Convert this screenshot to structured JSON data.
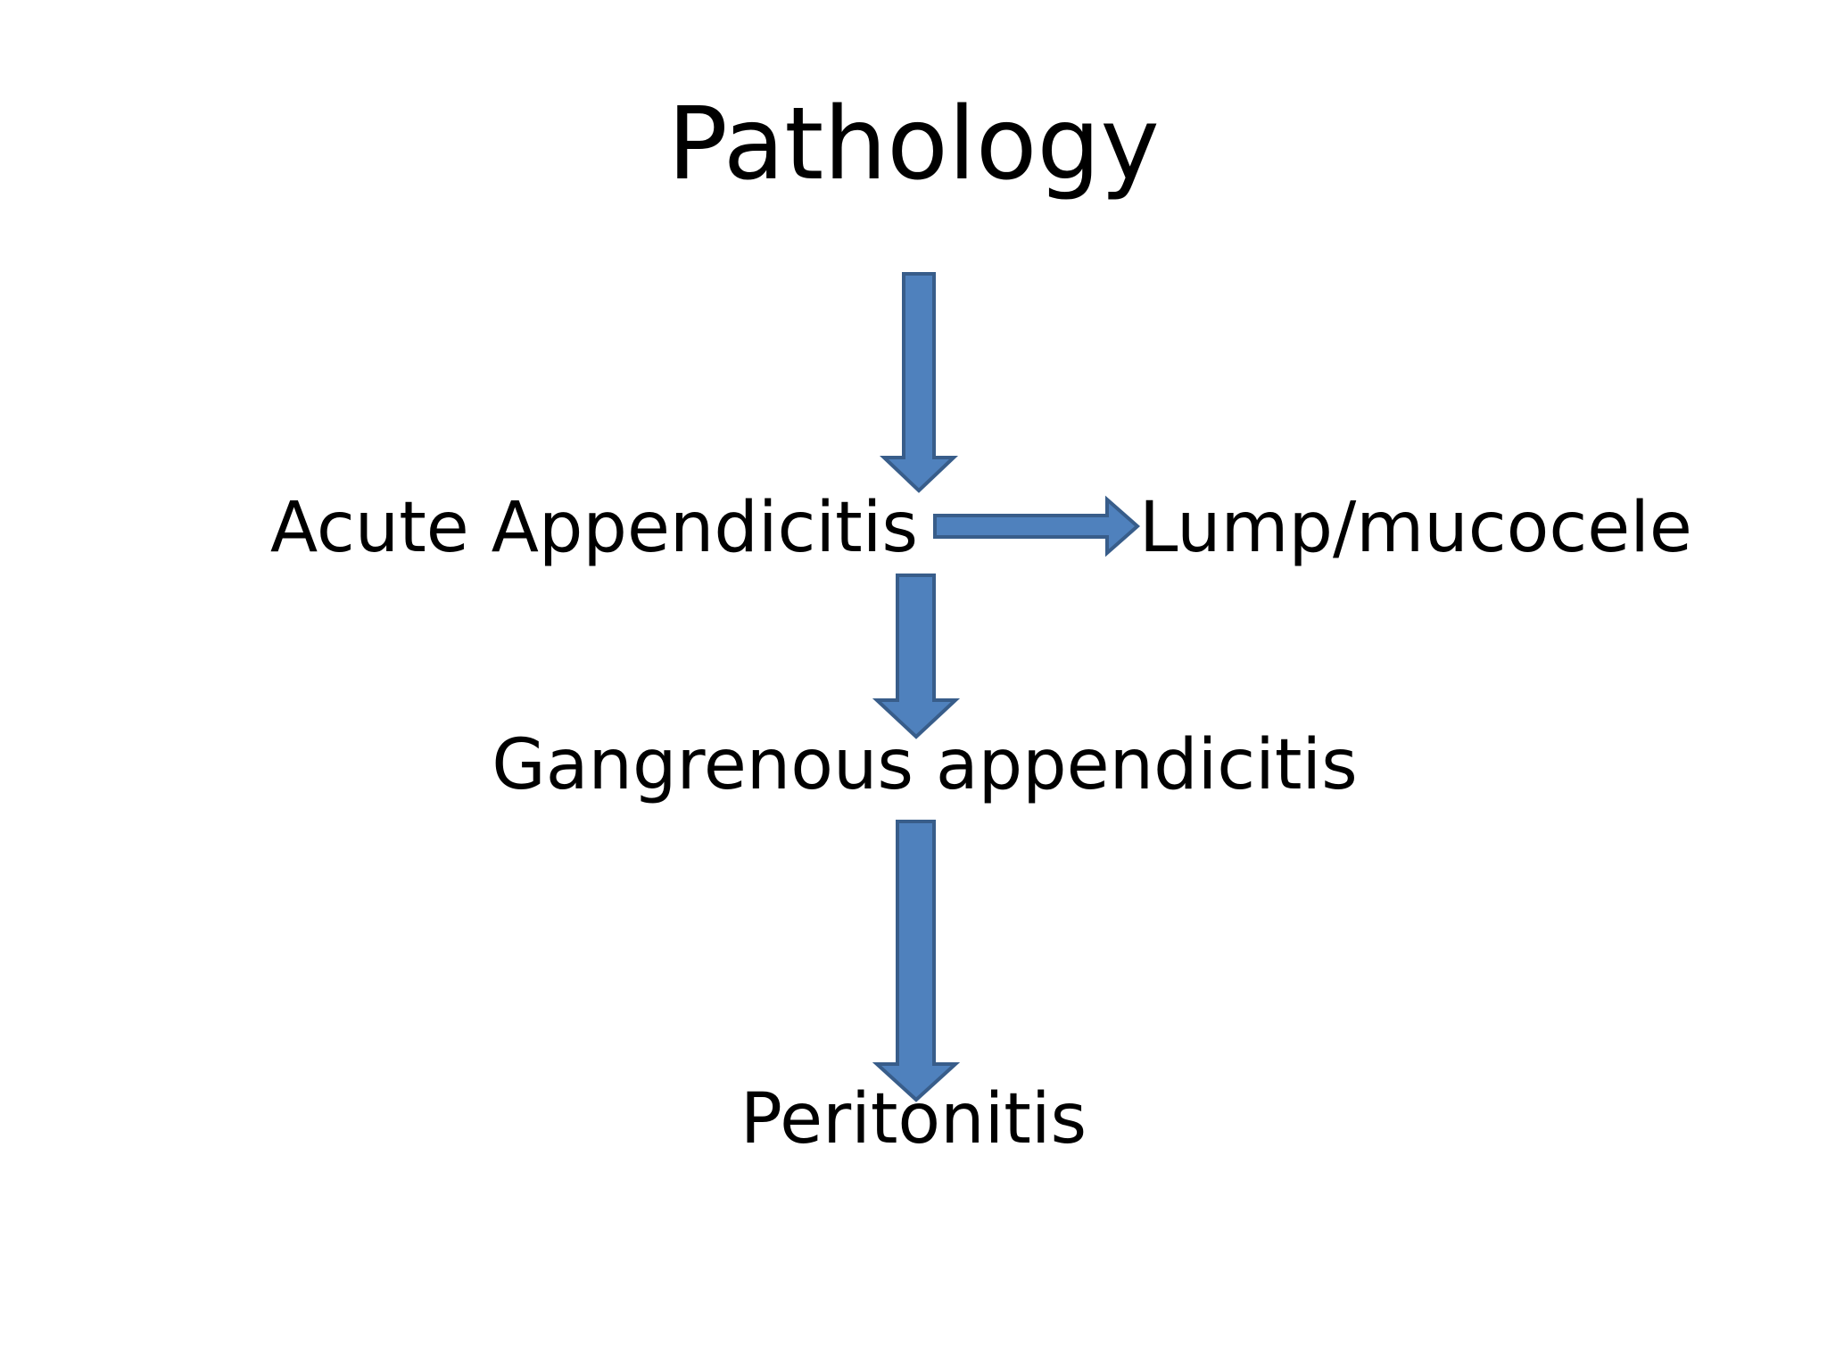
{
  "title": "Pathology",
  "nodes": {
    "acute": "Acute Appendicitis",
    "lump": "Lump/mucocele",
    "gangrenous": "Gangrenous appendicitis",
    "peritonitis": "Peritonitis"
  },
  "colors": {
    "arrow_fill": "#4F81BD",
    "arrow_stroke": "#385D8A",
    "text": "#000000",
    "background": "#FFFFFF"
  }
}
